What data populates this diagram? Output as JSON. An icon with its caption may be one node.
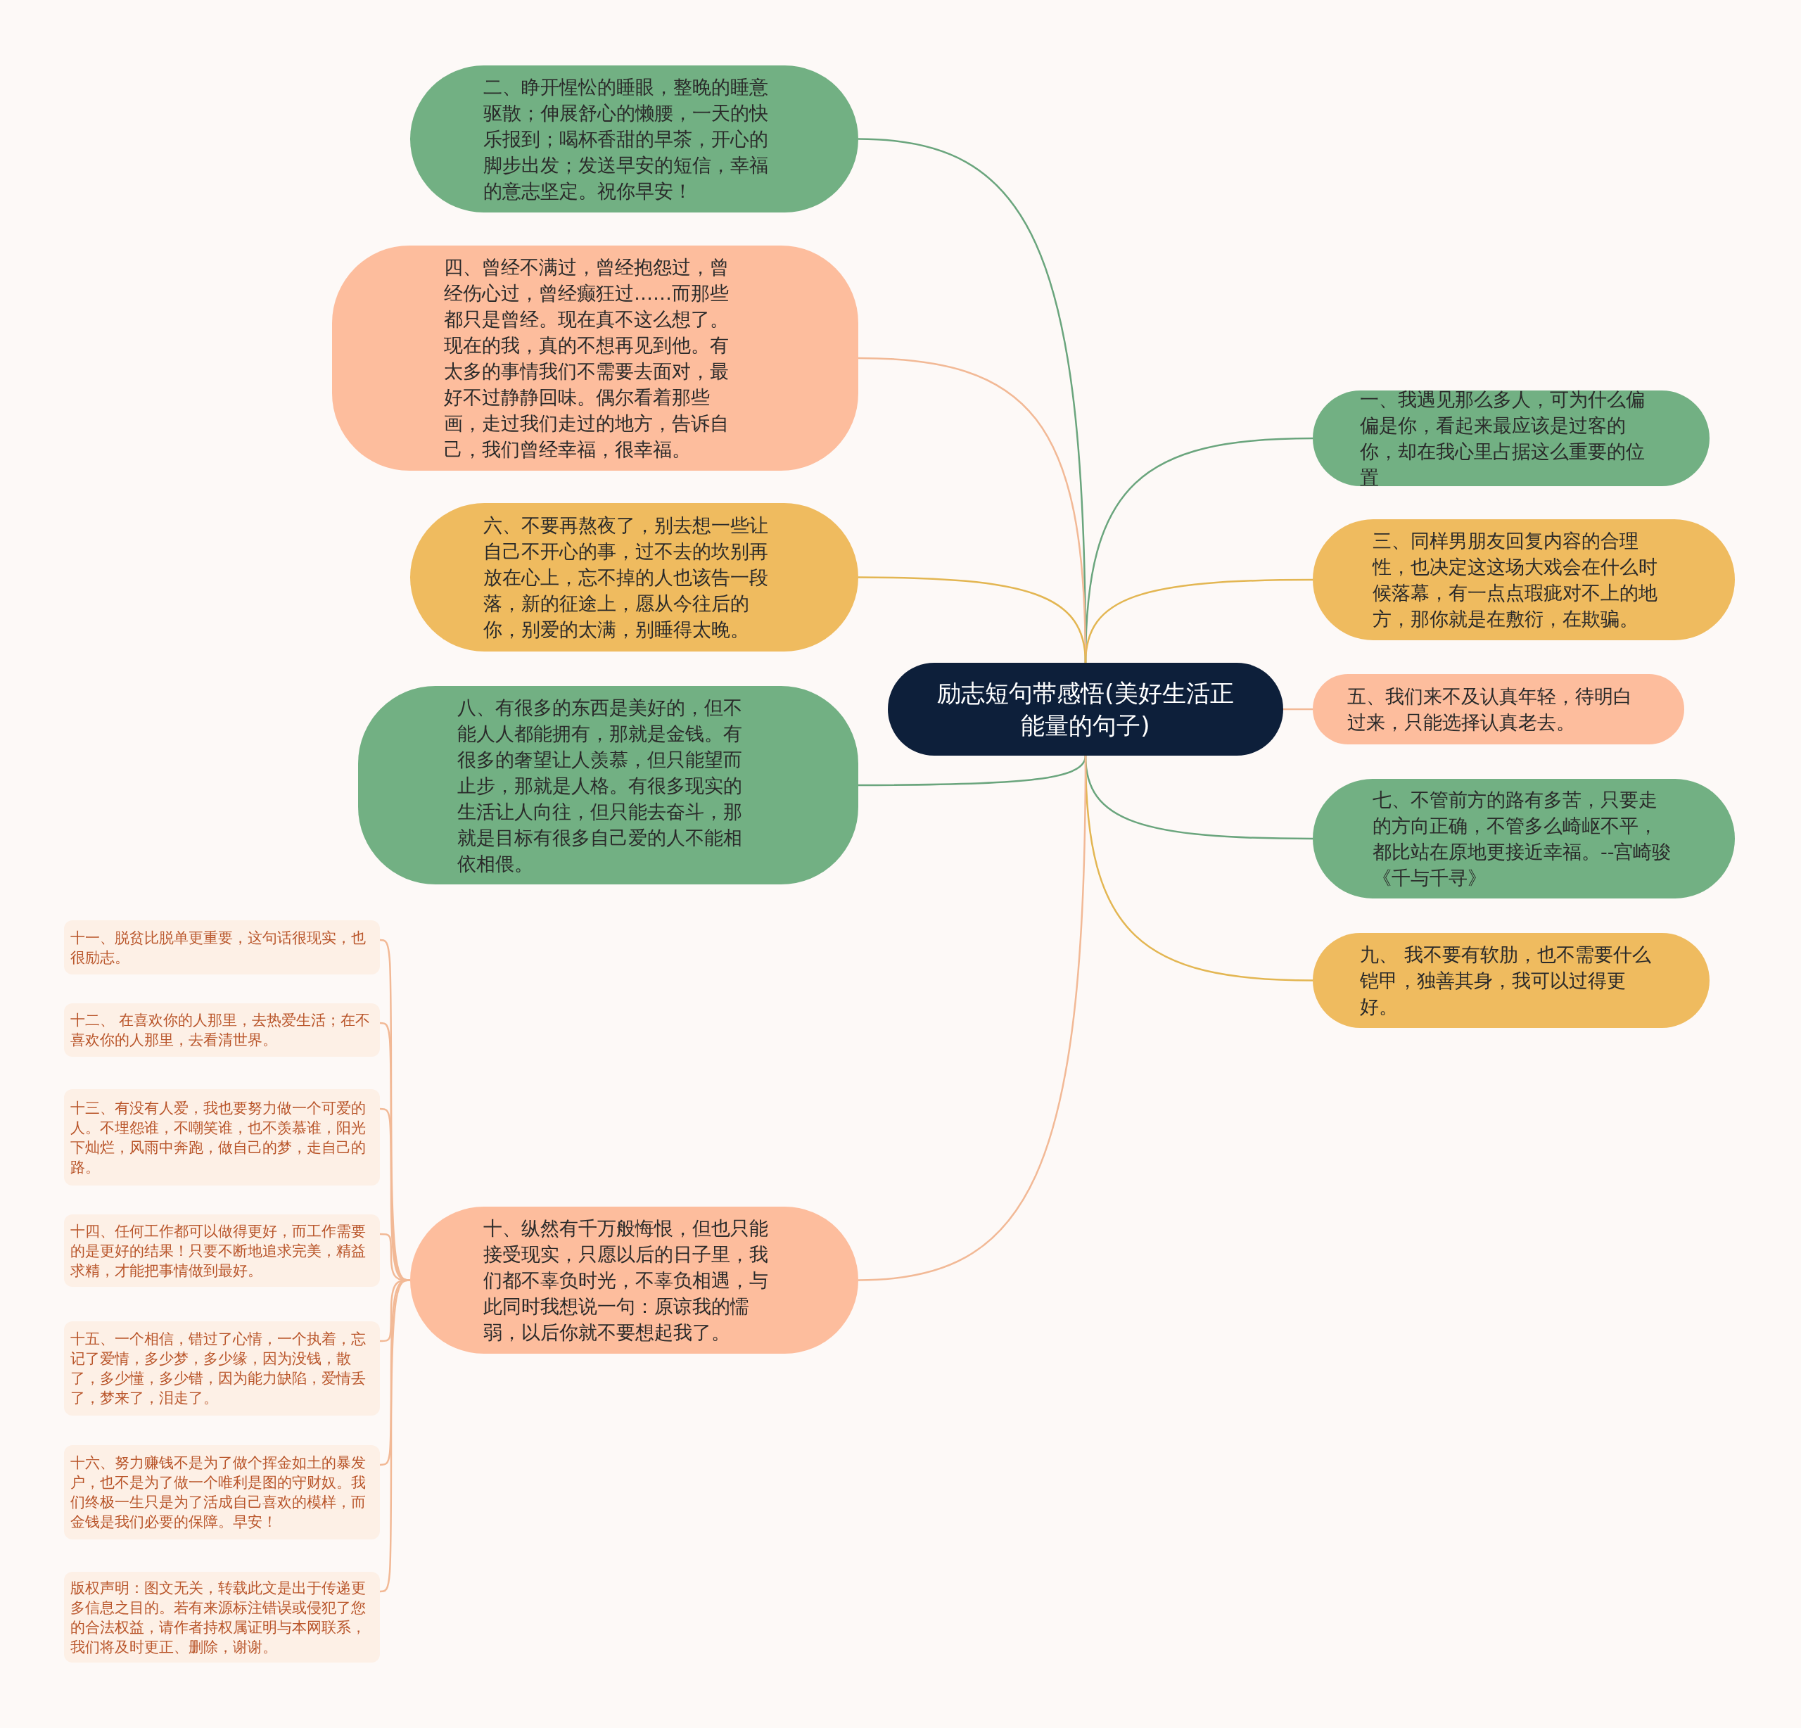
{
  "diagram": {
    "nodes": [
      {
        "text": [
          "励志短句带感悟(美好生活正能量的句子)"
        ]
      },
      {
        "text": [
          "一、我遇见那么多人，可为什么偏偏是你，看起来最应该是过客的你，却在我心里占据这么重要的位置"
        ]
      },
      {
        "text": [
          "二、睁开惺忪的睡眼，整晚的睡意驱散；伸展舒心的懒腰，一天的快乐报到；喝杯香甜的早茶，开心的脚步出发；发送早安的短信，幸福的意志坚定。祝你早安！"
        ]
      },
      {
        "text": [
          "三、同样男朋友回复内容的合理性，也决定这这场大戏会在什么时候落幕，有一点点瑕疵对不上的地方，那你就是在敷衍，在欺骗。"
        ]
      },
      {
        "text": [
          "四、曾经不满过，曾经抱怨过，曾经伤心过，曾经癫狂过……而那些都只是曾经。现在真不这么想了。现在的我，真的不想再见到他。有太多的事情我们不需要去面对，最好不过静静回味。偶尔看着那些画，走过我们走过的地方，告诉自己，我们曾经幸福，很幸福。"
        ]
      },
      {
        "text": [
          "五、我们来不及认真年轻，待明白过来，只能选择认真老去。"
        ]
      },
      {
        "text": [
          "六、不要再熬夜了，别去想一些让自己不开心的事，过不去的坎别再放在心上，忘不掉的人也该告一段落，新的征途上，愿从今往后的你，别爱的太满，别睡得太晚。"
        ]
      },
      {
        "text": [
          "七、不管前方的路有多苦，只要走的方向正确，不管多么崎岖不平，都比站在原地更接近幸福。--宫崎骏《千与千寻》"
        ]
      },
      {
        "text": [
          "八、有很多的东西是美好的，但不能人人都能拥有，那就是金钱。有很多的奢望让人羡慕，但只能望而止步，那就是人格。有很多现实的生活让人向往，但只能去奋斗，那就是目标有很多自己爱的人不能相依相偎。"
        ]
      },
      {
        "text": [
          "九、 我不要有软肋，也不需要什么铠甲，独善其身，我可以过得更好。"
        ]
      },
      {
        "text": [
          "十、纵然有千万般悔恨，但也只能接受现实，只愿以后的日子里，我们都不辜负时光，不辜负相遇，与此同时我想说一句：原谅我的懦弱，以后你就不要想起我了。"
        ]
      },
      {
        "text": [
          "十一、脱贫比脱单更重要，这句话很现实，也很励志。"
        ]
      },
      {
        "text": [
          "十二、 在喜欢你的人那里，去热爱生活；在不喜欢你的人那里，去看清世界。"
        ]
      },
      {
        "text": [
          "十三、有没有人爱，我也要努力做一个可爱的人。不埋怨谁，不嘲笑谁，也不羡慕谁，阳光下灿烂，风雨中奔跑，做自己的梦，走自己的路。"
        ]
      },
      {
        "text": [
          "十四、任何工作都可以做得更好，而工作需要的是更好的结果！只要不断地追求完美，精益求精，才能把事情做到最好。"
        ]
      },
      {
        "text": [
          "十五、一个相信，错过了心情，一个执着，忘记了爱情，多少梦，多少缘，因为没钱，散了，多少懂，多少错，因为能力缺陷，爱情丢了，梦来了，泪走了。"
        ]
      },
      {
        "text": [
          "十六、努力赚钱不是为了做个挥金如土的暴发户，也不是为了做一个唯利是图的守财奴。我们终极一生只是为了活成自己喜欢的模样，而金钱是我们必要的保障。早安！"
        ]
      },
      {
        "text": [
          "版权声明：图文无关，转载此文是出于传递更多信息之目的。若有来源标注错误或侵犯了您的合法权益，请作者持权属证明与本网联系，我们将及时更正、删除，谢谢。"
        ]
      }
    ],
    "edges": [
      {
        "from": 0,
        "to": 1,
        "arrow": "none",
        "color": "#6aa57d"
      },
      {
        "from": 0,
        "to": 2,
        "arrow": "none",
        "color": "#6aa57d"
      },
      {
        "from": 0,
        "to": 3,
        "arrow": "none",
        "color": "#e3b652"
      },
      {
        "from": 0,
        "to": 4,
        "arrow": "none"
      },
      {
        "from": 0,
        "to": 5,
        "arrow": "none"
      },
      {
        "from": 0,
        "to": 6,
        "arrow": "none",
        "color": "#e3b652"
      },
      {
        "from": 0,
        "to": 7,
        "arrow": "none",
        "color": "#6aa57d"
      },
      {
        "from": 0,
        "to": 8,
        "arrow": "none",
        "color": "#6aa57d"
      },
      {
        "from": 0,
        "to": 9,
        "arrow": "none",
        "color": "#e3b652"
      },
      {
        "from": 0,
        "to": 10,
        "arrow": "none"
      },
      {
        "from": 10,
        "to": 11,
        "arrow": "none"
      },
      {
        "from": 10,
        "to": 12,
        "arrow": "none"
      },
      {
        "from": 10,
        "to": 13,
        "arrow": "none"
      },
      {
        "from": 10,
        "to": 14,
        "arrow": "none"
      },
      {
        "from": 10,
        "to": 15,
        "arrow": "none"
      },
      {
        "from": 10,
        "to": 16,
        "arrow": "none"
      },
      {
        "from": 10,
        "to": 17,
        "arrow": "none"
      }
    ]
  }
}
